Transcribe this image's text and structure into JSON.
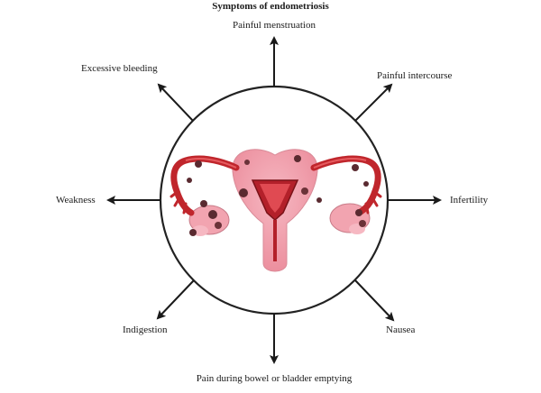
{
  "title": "Symptoms of endometriosis",
  "symptoms": {
    "top": "Painful menstruation",
    "top_right": "Painful intercourse",
    "right": "Infertility",
    "bottom_right": "Nausea",
    "bottom": "Pain during bowel or bladder emptying",
    "bottom_left": "Indigestion",
    "left": "Weakness",
    "top_left": "Excessive bleeding"
  },
  "colors": {
    "uterus_pink": "#f2a4b0",
    "tube_red": "#c0262c",
    "lesion_dark": "#5a2a30",
    "outline": "#222222"
  }
}
